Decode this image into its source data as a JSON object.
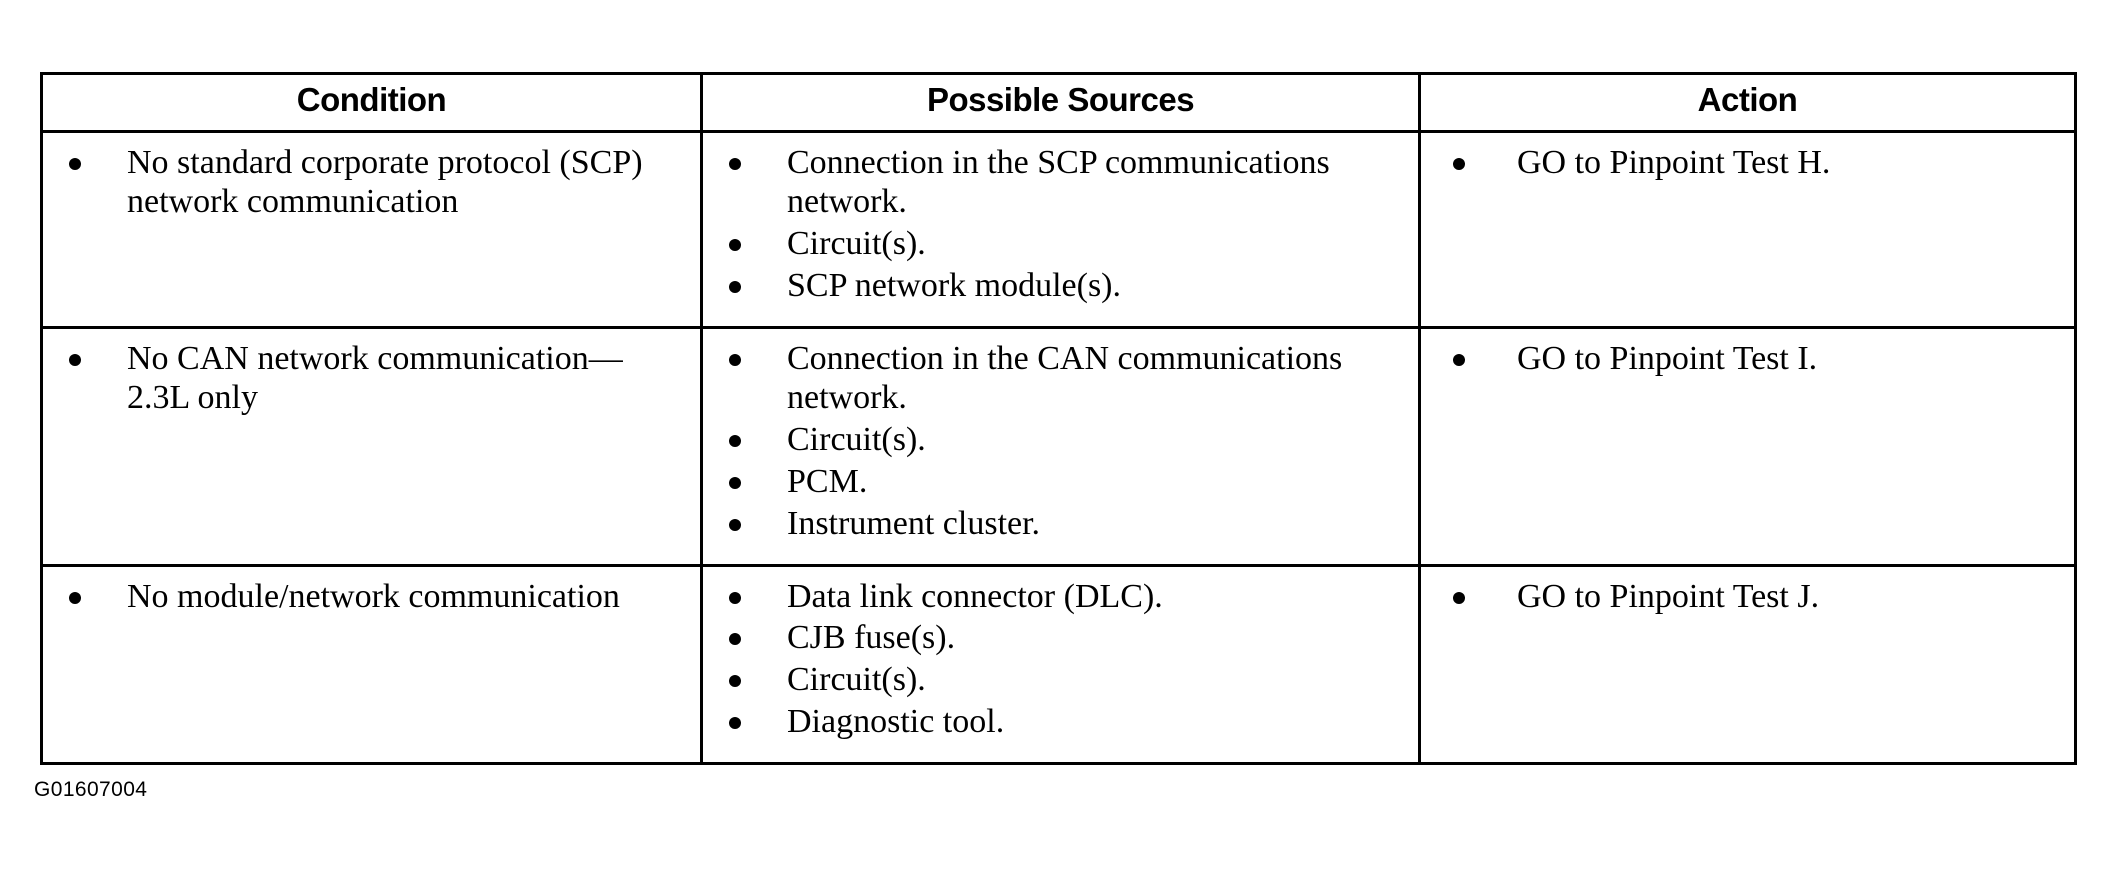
{
  "document": {
    "figure_reference": "G01607004"
  },
  "table": {
    "headers": [
      "Condition",
      "Possible Sources",
      "Action"
    ],
    "rows": [
      {
        "condition": [
          "No standard corporate protocol (SCP) network communication"
        ],
        "sources": [
          "Connection in the SCP communications network.",
          "Circuit(s).",
          "SCP network module(s)."
        ],
        "action": [
          "GO to Pinpoint Test H."
        ]
      },
      {
        "condition": [
          "No CAN network communication— 2.3L only"
        ],
        "sources": [
          "Connection in the CAN communications network.",
          "Circuit(s).",
          "PCM.",
          "Instrument cluster."
        ],
        "action": [
          "GO to Pinpoint Test I."
        ]
      },
      {
        "condition": [
          "No module/network communication"
        ],
        "sources": [
          "Data link connector (DLC).",
          "CJB fuse(s).",
          "Circuit(s).",
          "Diagnostic tool."
        ],
        "action": [
          "GO to Pinpoint Test J."
        ]
      }
    ]
  }
}
